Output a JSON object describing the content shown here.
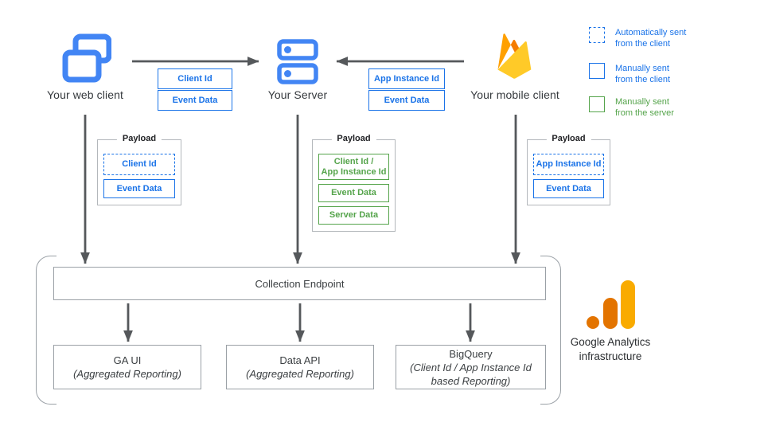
{
  "colors": {
    "icon_blue": "#4285F4",
    "accent_blue": "#1A73E8",
    "accent_green": "#55A44B",
    "arrow_gray": "#55585B",
    "border_gray": "#9AA0A6",
    "ga_orange": "#E37400",
    "ga_amber": "#F9AB00",
    "firebase_amber": "#FFA000",
    "firebase_orange": "#F57C00",
    "firebase_yellow": "#FFCA28"
  },
  "nodes": {
    "web_client": {
      "label": "Your web client",
      "icon": "overlapping-windows-icon"
    },
    "server": {
      "label": "Your Server",
      "icon": "server-stack-icon"
    },
    "mobile_client": {
      "label": "Your mobile client",
      "icon": "firebase-icon"
    }
  },
  "flows": {
    "web_to_server": {
      "labels": [
        "Client Id",
        "Event Data"
      ]
    },
    "mobile_to_server": {
      "labels": [
        "App Instance Id",
        "Event Data"
      ]
    }
  },
  "legend": {
    "items": [
      {
        "swatch": "dashed-blue",
        "text": "Automatically sent\nfrom the client"
      },
      {
        "swatch": "solid-blue",
        "text": "Manually sent\nfrom the client"
      },
      {
        "swatch": "solid-green",
        "text": "Manually sent\nfrom the server"
      }
    ]
  },
  "payloads": {
    "web": {
      "title": "Payload",
      "items": [
        {
          "text": "Client Id",
          "style": "dashed-blue"
        },
        {
          "text": "Event Data",
          "style": "solid-blue"
        }
      ]
    },
    "server": {
      "title": "Payload",
      "items": [
        {
          "text": "Client Id /\nApp Instance Id",
          "style": "solid-green"
        },
        {
          "text": "Event Data",
          "style": "solid-green"
        },
        {
          "text": "Server Data",
          "style": "solid-green"
        }
      ]
    },
    "mobile": {
      "title": "Payload",
      "items": [
        {
          "text": "App Instance Id",
          "style": "dashed-blue"
        },
        {
          "text": "Event Data",
          "style": "solid-blue"
        }
      ]
    }
  },
  "infrastructure": {
    "collection_endpoint": "Collection Endpoint",
    "outputs": [
      {
        "title": "GA UI",
        "subtitle": "(Aggregated Reporting)"
      },
      {
        "title": "Data API",
        "subtitle": "(Aggregated Reporting)"
      },
      {
        "title": "BigQuery",
        "subtitle": "(Client Id / App Instance Id\nbased Reporting)"
      }
    ],
    "label": "Google Analytics\ninfrastructure"
  }
}
